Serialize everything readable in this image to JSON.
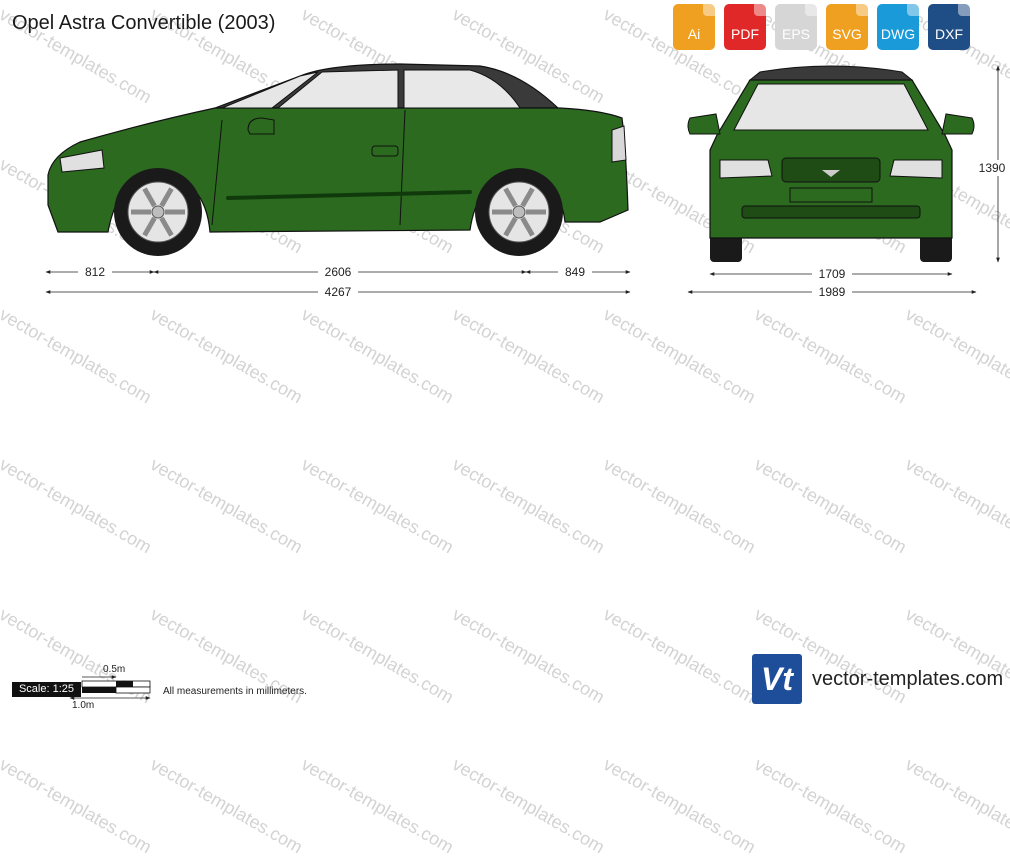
{
  "title": "Opel Astra Convertible (2003)",
  "formats": [
    {
      "label": "Ai",
      "color": "#f0a020"
    },
    {
      "label": "PDF",
      "color": "#e02828"
    },
    {
      "label": "EPS",
      "color": "#d6d6d6"
    },
    {
      "label": "SVG",
      "color": "#f0a020"
    },
    {
      "label": "DWG",
      "color": "#1a9ad8"
    },
    {
      "label": "DXF",
      "color": "#1f4e86"
    }
  ],
  "watermark": "vector-templates.com",
  "car_color": "#2b6a1f",
  "roof_color": "#3a3a3a",
  "dimensions": {
    "front_overhang": "812",
    "wheelbase": "2606",
    "rear_overhang": "849",
    "length": "4267",
    "track": "1709",
    "width": "1989",
    "height": "1390"
  },
  "scale": {
    "label": "Scale: 1:25",
    "half": "0.5m",
    "full": "1.0m"
  },
  "note": "All measurements in millimeters.",
  "brand": {
    "logo_text": "Vt",
    "url": "vector-templates.com"
  }
}
